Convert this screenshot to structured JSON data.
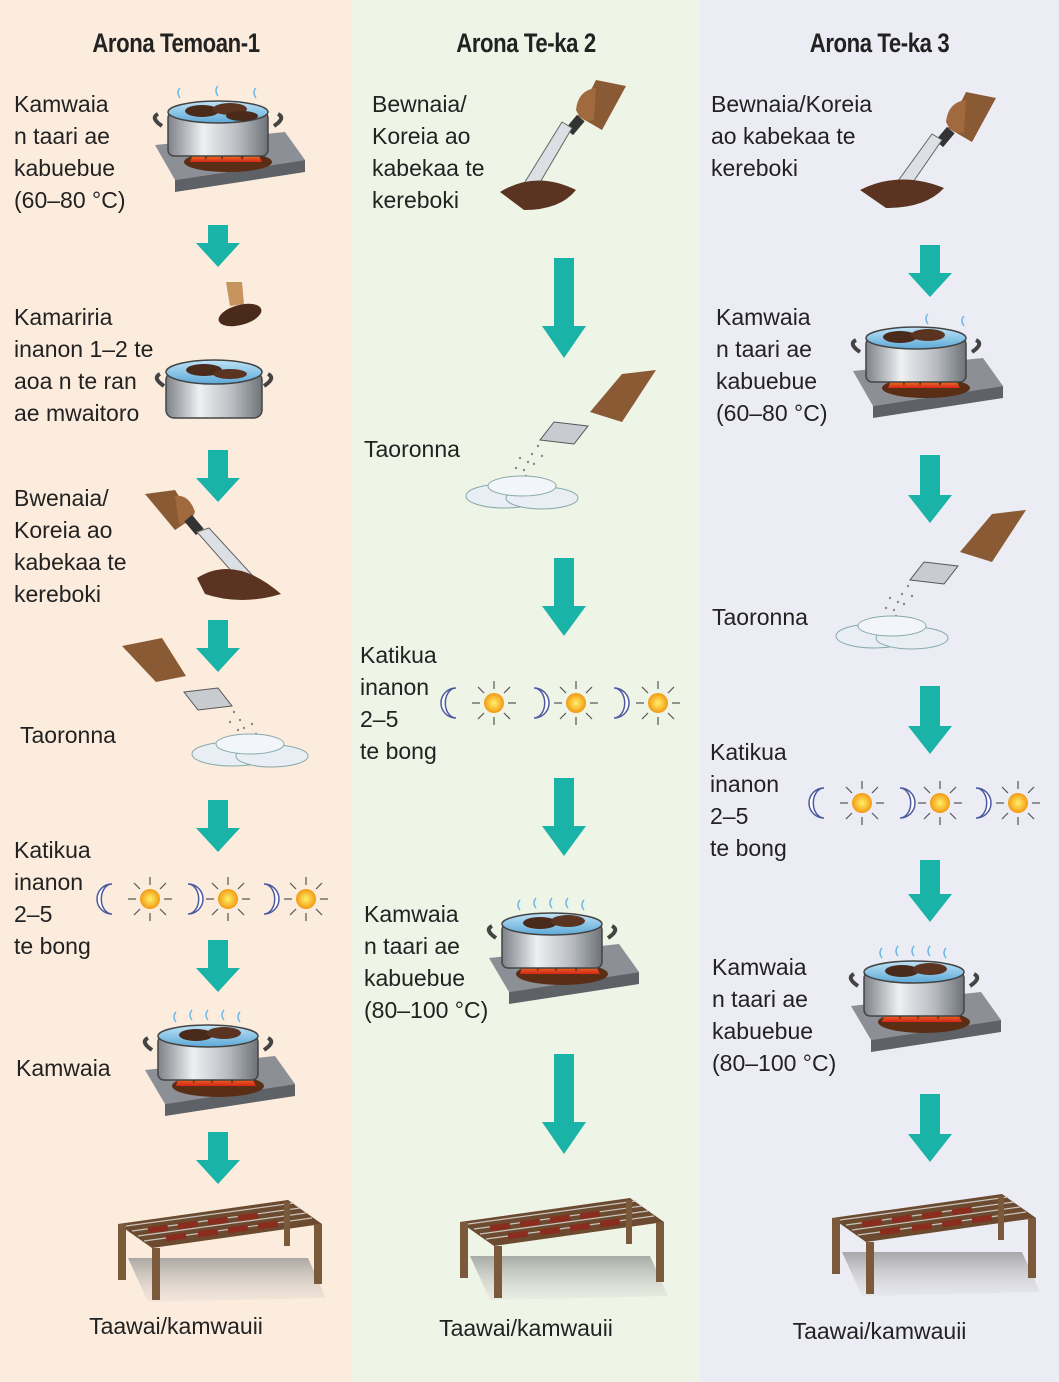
{
  "colors": {
    "col1_bg": "#fcecdd",
    "col2_bg": "#eef4e6",
    "col3_bg": "#ececf5",
    "arrow": "#19b3a8"
  },
  "columns": [
    {
      "title": "Arona Temoan-1",
      "steps": [
        {
          "label": "Kamwaia\nn taari ae\nkabuebue\n(60–80 °C)",
          "icon": "pot-on-fire-icon"
        },
        {
          "label": "Kamariria\ninanon 1–2 te\naoa n te ran\nae mwaitoro",
          "icon": "pot-cool-water-icon"
        },
        {
          "label": "Bwenaia/\nKoreia ao\nkabekaa te\nkereboki",
          "icon": "knife-cutting-icon"
        },
        {
          "label": "Taoronna",
          "icon": "salting-icon"
        },
        {
          "label": "Katikua\ninanon\n2–5\nte bong",
          "icon": "sun-moon-cycle-icon"
        },
        {
          "label": "Kamwaia",
          "icon": "pot-boiling-icon"
        },
        {
          "label": "Taawai/kamwauii",
          "icon": "drying-rack-icon"
        }
      ]
    },
    {
      "title": "Arona Te-ka 2",
      "steps": [
        {
          "label": "Bewnaia/\nKoreia ao\nkabekaa te\nkereboki",
          "icon": "knife-cutting-icon"
        },
        {
          "label": "Taoronna",
          "icon": "salting-icon"
        },
        {
          "label": "Katikua\ninanon\n2–5\nte bong",
          "icon": "sun-moon-cycle-icon"
        },
        {
          "label": "Kamwaia\nn taari ae\nkabuebue\n(80–100 °C)",
          "icon": "pot-boiling-icon"
        },
        {
          "label": "Taawai/kamwauii",
          "icon": "drying-rack-icon"
        }
      ]
    },
    {
      "title": "Arona Te-ka 3",
      "steps": [
        {
          "label": "Bewnaia/Koreia\nao kabekaa te\nkereboki",
          "icon": "knife-cutting-icon"
        },
        {
          "label": "Kamwaia\nn taari ae\nkabuebue\n(60–80 °C)",
          "icon": "pot-on-fire-icon"
        },
        {
          "label": "Taoronna",
          "icon": "salting-icon"
        },
        {
          "label": "Katikua\ninanon\n2–5\nte bong",
          "icon": "sun-moon-cycle-icon"
        },
        {
          "label": "Kamwaia\nn taari ae\nkabuebue\n(80–100 °C)",
          "icon": "pot-boiling-icon"
        },
        {
          "label": "Taawai/kamwauii",
          "icon": "drying-rack-icon"
        }
      ]
    }
  ]
}
